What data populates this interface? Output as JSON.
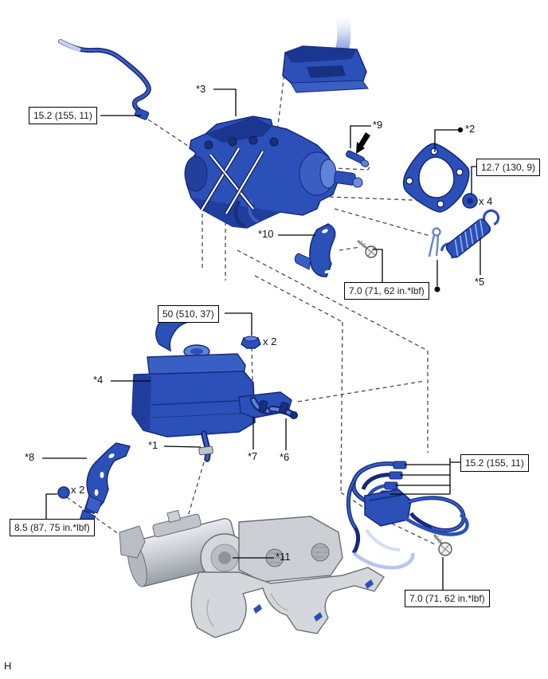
{
  "diagram": {
    "corner_mark": "H",
    "colors": {
      "part_blue": "#2b50b8",
      "part_blue_dark": "#15287a",
      "part_blue_light": "#9db4e8",
      "part_gray": "#ccd0d5",
      "line_black": "#000000"
    },
    "callouts": [
      {
        "label": "*1"
      },
      {
        "label": "*2"
      },
      {
        "label": "*3"
      },
      {
        "label": "*4"
      },
      {
        "label": "*5"
      },
      {
        "label": "*6"
      },
      {
        "label": "*7"
      },
      {
        "label": "*8"
      },
      {
        "label": "*9"
      },
      {
        "label": "*10"
      },
      {
        "label": "*11"
      }
    ],
    "torque_specs": [
      {
        "text": "15.2 (155, 11)"
      },
      {
        "text": "12.7 (130, 9)"
      },
      {
        "text": "7.0 (71, 62 in.*lbf)"
      },
      {
        "text": "50 (510, 37)"
      },
      {
        "text": "8.5 (87, 75 in.*lbf)"
      },
      {
        "text": "15.2 (155, 11)"
      },
      {
        "text": "7.0 (71, 62 in.*lbf)"
      }
    ],
    "quantities": [
      {
        "text": "x 4"
      },
      {
        "text": "x 2"
      },
      {
        "text": "x 2"
      }
    ]
  }
}
